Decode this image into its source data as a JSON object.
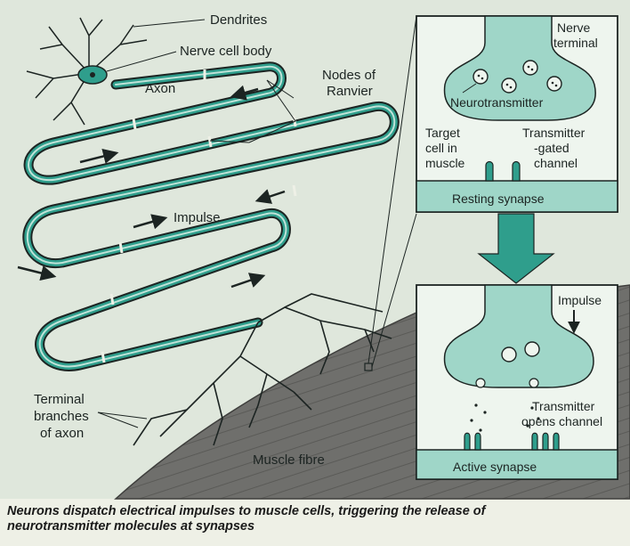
{
  "labels": {
    "dendrites": "Dendrites",
    "nerve_cell_body": "Nerve cell body",
    "axon": "Axon",
    "nodes_of_ranvier_1": "Nodes of",
    "nodes_of_ranvier_2": "Ranvier",
    "impulse_main": "Impulse",
    "terminal_branches_1": "Terminal",
    "terminal_branches_2": "branches",
    "terminal_branches_3": "of axon",
    "muscle_fibre": "Muscle fibre"
  },
  "resting_panel": {
    "nerve_terminal_1": "Nerve",
    "nerve_terminal_2": "terminal",
    "neurotransmitter": "Neurotransmitter",
    "target_cell_1": "Target",
    "target_cell_2": "cell in",
    "target_cell_3": "muscle",
    "transmitter_gated_1": "Transmitter",
    "transmitter_gated_2": "-gated",
    "transmitter_gated_3": "channel",
    "title": "Resting synapse"
  },
  "active_panel": {
    "impulse": "Impulse",
    "transmitter_opens_1": "Transmitter",
    "transmitter_opens_2": "opens channel",
    "title": "Active synapse"
  },
  "caption": {
    "line1": "Neurons dispatch electrical impulses to muscle cells, triggering the release of",
    "line2": "neurotransmitter molecules at synapses"
  },
  "colors": {
    "teal": "#2f9e8c",
    "teal_light": "#bfe3d8",
    "teal_panel": "#9fd6c8",
    "muscle": "#6f6f6c",
    "ink": "#1c2422"
  }
}
